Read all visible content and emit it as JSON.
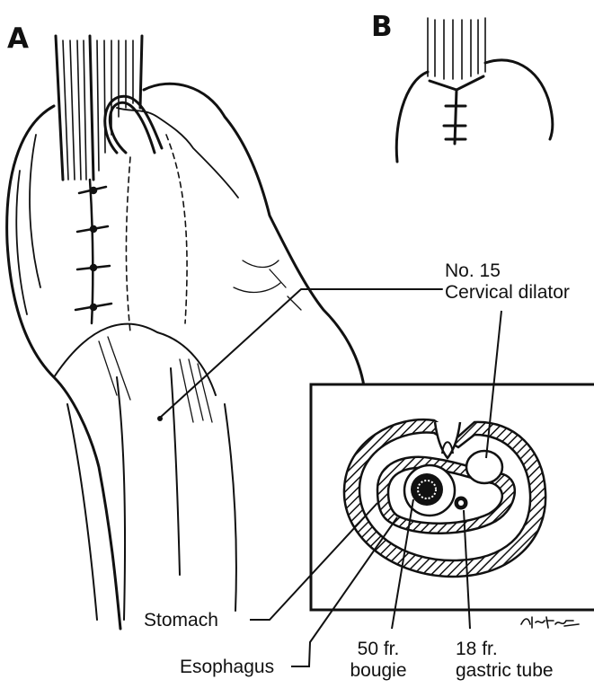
{
  "panels": {
    "a": "A",
    "b": "B"
  },
  "labels": {
    "dilator_line1": "No. 15",
    "dilator_line2": "Cervical dilator",
    "stomach": "Stomach",
    "esophagus": "Esophagus",
    "bougie_line1": "50 fr.",
    "bougie_line2": "bougie",
    "tube_line1": "18 fr.",
    "tube_line2": "gastric tube"
  },
  "signature": "Netter"
}
